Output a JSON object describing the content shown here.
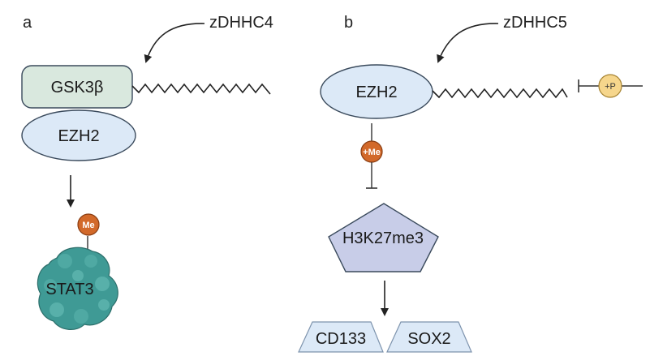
{
  "panel_a": {
    "label": "a",
    "enzyme": "zDHHC4",
    "gsk3b": "GSK3β",
    "ezh2": "EZH2",
    "me_badge": "Me",
    "stat3": "STAT3"
  },
  "panel_b": {
    "label": "b",
    "enzyme": "zDHHC5",
    "ezh2": "EZH2",
    "phospho_badge": "+P",
    "me_badge": "+Me",
    "h3k27me3": "H3K27me3",
    "targets": [
      "CD133",
      "SOX2"
    ]
  },
  "colors": {
    "gsk3b_fill": "#d9e8de",
    "ezh2_fill": "#dce9f7",
    "h3k27_fill": "#c8cde8",
    "target_fill": "#dce9f7",
    "me_badge_fill": "#d2692a",
    "p_badge_fill": "#f6d68c",
    "stat3_fill": "#3f9a95",
    "outline": "#3a4a5c"
  }
}
